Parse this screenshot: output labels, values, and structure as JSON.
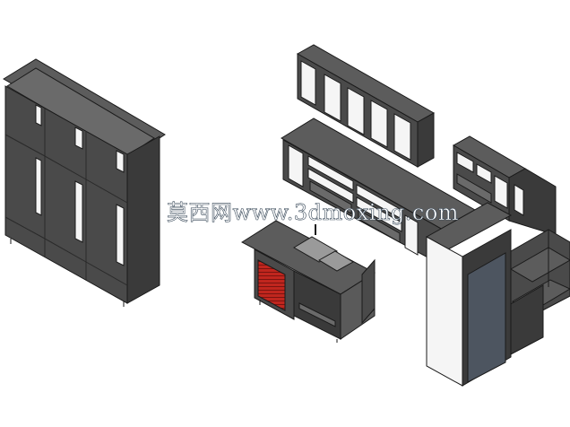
{
  "watermark": {
    "text": "莫西网www.3dmoxing.com"
  },
  "colors": {
    "cabinet_dark": "#4a4a4a",
    "cabinet_top": "#5c5c5c",
    "cabinet_side": "#3a3a3a",
    "outline": "#1a1a1a",
    "panel_light": "#f5f5f5",
    "accent_red": "#c0261e",
    "fridge_door": "#4d5560",
    "background": "#ffffff"
  },
  "objects": [
    {
      "name": "wardrobe",
      "icon": "tall-cabinet"
    },
    {
      "name": "upper-wall-cabinets",
      "icon": "wall-cabinet"
    },
    {
      "name": "counter-run",
      "icon": "base-cabinet"
    },
    {
      "name": "island-with-sink",
      "icon": "sink"
    },
    {
      "name": "tall-fridge-unit",
      "icon": "fridge"
    },
    {
      "name": "oven-tower",
      "icon": "oven"
    },
    {
      "name": "corner-shelving",
      "icon": "shelf"
    }
  ]
}
